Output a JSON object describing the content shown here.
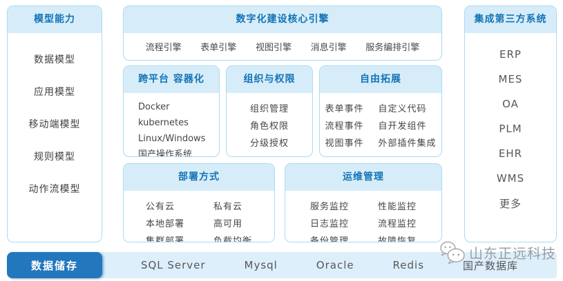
{
  "colors": {
    "accent_blue": "#1473b5",
    "header_band_bg": "#d6edf9",
    "panel_border": "#a9daf3",
    "storage_button_bg": "#2277bd",
    "storage_band_bg": "#ddeffa",
    "body_text": "#454545",
    "watermark_gray": "#9b9ea1"
  },
  "left_panel": {
    "title": "模型能力",
    "items": [
      "数据模型",
      "应用模型",
      "移动端模型",
      "规则模型",
      "动作流模型"
    ]
  },
  "core_engine": {
    "title": "数字化建设核心引擎",
    "items": [
      "流程引擎",
      "表单引擎",
      "视图引擎",
      "消息引擎",
      "服务编排引擎"
    ]
  },
  "cross_platform": {
    "title": "跨平台 容器化",
    "items": [
      "Docker",
      "kubernetes",
      "Linux/Windows",
      "国产操作系统"
    ]
  },
  "org_permission": {
    "title": "组织与权限",
    "items": [
      "组织管理",
      "角色权限",
      "分级授权"
    ]
  },
  "free_extension": {
    "title": "自由拓展",
    "col1": [
      "表单事件",
      "流程事件",
      "视图事件"
    ],
    "col2": [
      "自定义代码",
      "自开发组件",
      "外部插件集成"
    ]
  },
  "deployment": {
    "title": "部署方式",
    "col1": [
      "公有云",
      "本地部署",
      "集群部署"
    ],
    "col2": [
      "私有云",
      "高可用",
      "负载均衡"
    ]
  },
  "operations": {
    "title": "运维管理",
    "col1": [
      "服务监控",
      "日志监控",
      "备份管理"
    ],
    "col2": [
      "性能监控",
      "流程监控",
      "故障恢复"
    ]
  },
  "right_panel": {
    "title": "集成第三方系统",
    "items": [
      "ERP",
      "MES",
      "OA",
      "PLM",
      "EHR",
      "WMS",
      "更多"
    ]
  },
  "storage_bar": {
    "label": "数据储存",
    "items": [
      "SQL Server",
      "Mysql",
      "Oracle",
      "Redis",
      "国产数据库"
    ]
  },
  "watermark": {
    "icon": "chat-bubbles-logo-icon",
    "text": "山东正远科技"
  }
}
